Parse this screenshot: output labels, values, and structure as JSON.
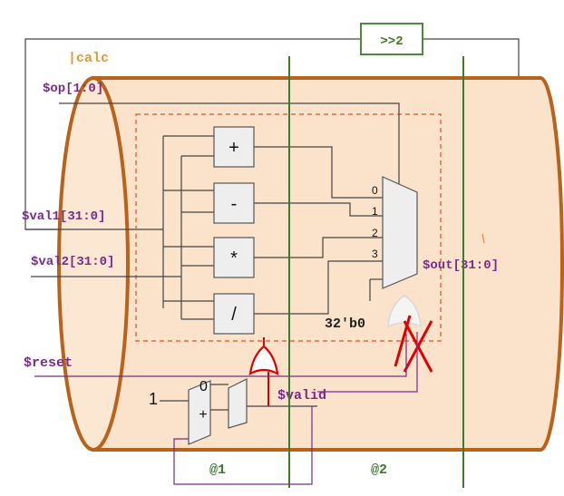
{
  "colors": {
    "pipe_fill": "#fbe2cb",
    "pipe_stroke": "#b8621b",
    "signal": "#7a2a8c",
    "stage_line": "#3d7a2a",
    "boundary": "#e46b3a",
    "red": "#e00000",
    "calc_label": "#e8962e",
    "wire": "#444444",
    "box_fill": "#eeeeee"
  },
  "labels": {
    "calc": "|calc",
    "op": "$op[1:0]",
    "val1": "$val1[31:0]",
    "val2": "$val2[31:0]",
    "out": "$out[31:0]",
    "reset": "$reset",
    "valid": "$valid",
    "zero_const": "32'b0",
    "shift": ">>2",
    "stage1": "@1",
    "stage2": "@2",
    "const_one": "1",
    "const_zero": "0",
    "adder_small": "+"
  },
  "operators": [
    "+",
    "-",
    "*",
    "/"
  ],
  "mux_inputs": [
    "0",
    "1",
    "2",
    "3"
  ]
}
